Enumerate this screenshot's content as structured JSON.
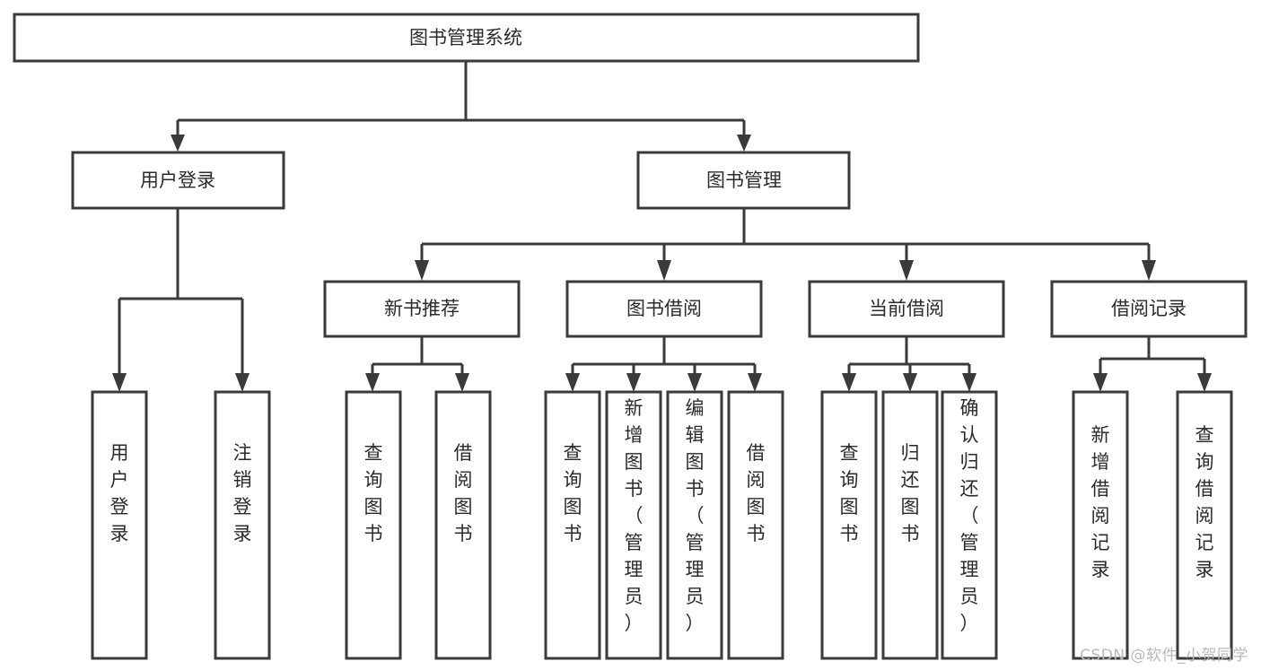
{
  "diagram": {
    "type": "tree-hierarchy-chart",
    "title": "图书管理系统",
    "watermark": "CSDN @软件_小贺同学",
    "colors": {
      "background": "#ffffff",
      "box_fill": "#ffffff",
      "box_stroke": "#3a3a3a",
      "text": "#2b2b2b",
      "watermark": "#b9b9b9"
    },
    "levels": [
      {
        "level": 1,
        "nodes": [
          {
            "id": "root",
            "label": "图书管理系统",
            "orientation": "horizontal"
          }
        ]
      },
      {
        "level": 2,
        "nodes": [
          {
            "id": "user-login",
            "label": "用户登录",
            "orientation": "horizontal",
            "parent": "root"
          },
          {
            "id": "book-manage",
            "label": "图书管理",
            "orientation": "horizontal",
            "parent": "root"
          }
        ]
      },
      {
        "level": 3,
        "nodes": [
          {
            "id": "new-book-rec",
            "label": "新书推荐",
            "orientation": "horizontal",
            "parent": "book-manage"
          },
          {
            "id": "book-borrow",
            "label": "图书借阅",
            "orientation": "horizontal",
            "parent": "book-manage"
          },
          {
            "id": "current-borrow",
            "label": "当前借阅",
            "orientation": "horizontal",
            "parent": "book-manage"
          },
          {
            "id": "borrow-record",
            "label": "借阅记录",
            "orientation": "horizontal",
            "parent": "book-manage"
          }
        ]
      },
      {
        "level": 4,
        "nodes": [
          {
            "id": "leaf-user-login",
            "label": "用户登录",
            "orientation": "vertical",
            "parent": "user-login"
          },
          {
            "id": "leaf-logout",
            "label": "注销登录",
            "orientation": "vertical",
            "parent": "user-login"
          },
          {
            "id": "leaf-query-book-1",
            "label": "查询图书",
            "orientation": "vertical",
            "parent": "new-book-rec"
          },
          {
            "id": "leaf-borrow-book-1",
            "label": "借阅图书",
            "orientation": "vertical",
            "parent": "new-book-rec"
          },
          {
            "id": "leaf-query-book-2",
            "label": "查询图书",
            "orientation": "vertical",
            "parent": "book-borrow"
          },
          {
            "id": "leaf-add-book",
            "label": "新增图书（管理员）",
            "orientation": "vertical",
            "parent": "book-borrow"
          },
          {
            "id": "leaf-edit-book",
            "label": "编辑图书（管理员）",
            "orientation": "vertical",
            "parent": "book-borrow"
          },
          {
            "id": "leaf-borrow-book-2",
            "label": "借阅图书",
            "orientation": "vertical",
            "parent": "book-borrow"
          },
          {
            "id": "leaf-query-book-3",
            "label": "查询图书",
            "orientation": "vertical",
            "parent": "current-borrow"
          },
          {
            "id": "leaf-return-book",
            "label": "归还图书",
            "orientation": "vertical",
            "parent": "current-borrow"
          },
          {
            "id": "leaf-confirm-return",
            "label": "确认归还（管理员）",
            "orientation": "vertical",
            "parent": "current-borrow"
          },
          {
            "id": "leaf-add-record",
            "label": "新增借阅记录",
            "orientation": "vertical",
            "parent": "borrow-record"
          },
          {
            "id": "leaf-query-record",
            "label": "查询借阅记录",
            "orientation": "vertical",
            "parent": "borrow-record"
          }
        ]
      }
    ]
  }
}
